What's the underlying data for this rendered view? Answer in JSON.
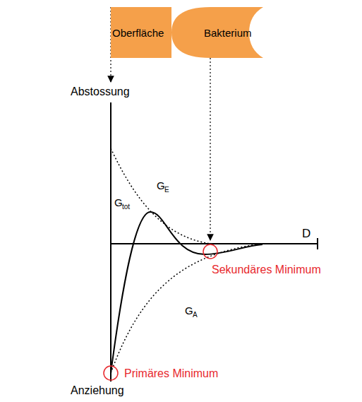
{
  "diagram": {
    "nodes": [
      {
        "text": [
          "Oberfläche"
        ]
      },
      {
        "text": [
          "Bakterium"
        ]
      }
    ],
    "labels": [
      "Abstossung",
      "G",
      "E",
      "G",
      "tot",
      "D",
      "Sekundäres Minimum",
      "G",
      "A",
      "Primäres Minimum",
      "Anziehung"
    ]
  }
}
